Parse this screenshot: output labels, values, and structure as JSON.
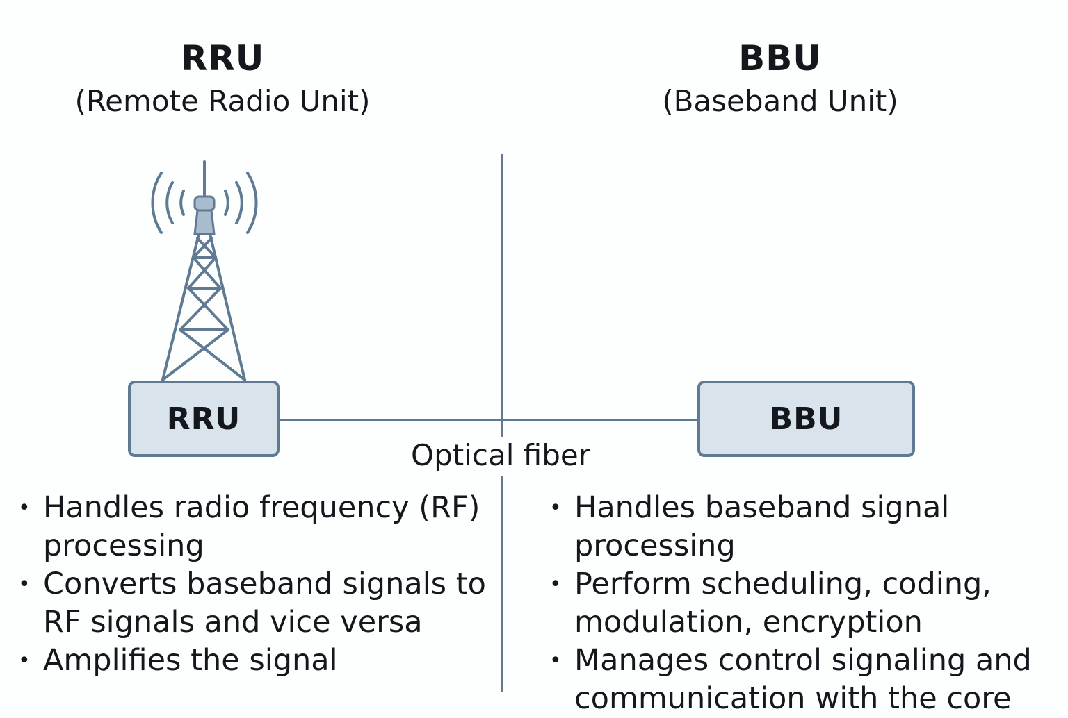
{
  "rru": {
    "title": "RRU",
    "subtitle": "(Remote Radio Unit)",
    "box_label": "RRU",
    "bullets": [
      "Handles radio frequency (RF) processing",
      "Converts baseband signals to RF signals and vice versa",
      "Amplifies the signal"
    ]
  },
  "bbu": {
    "title": "BBU",
    "subtitle": "(Baseband Unit)",
    "box_label": "BBU",
    "bullets": [
      "Handles baseband signal processing",
      "Perform scheduling, coding, modulation, encryption",
      "Manages control signaling and communication with the core"
    ]
  },
  "link": {
    "label": "Optical fiber"
  },
  "icons": {
    "tower": "radio-tower-icon"
  },
  "colors": {
    "line": "#5f7a92",
    "box_fill": "#d9e3ec",
    "text": "#14181d",
    "background": "#fdfefe"
  }
}
